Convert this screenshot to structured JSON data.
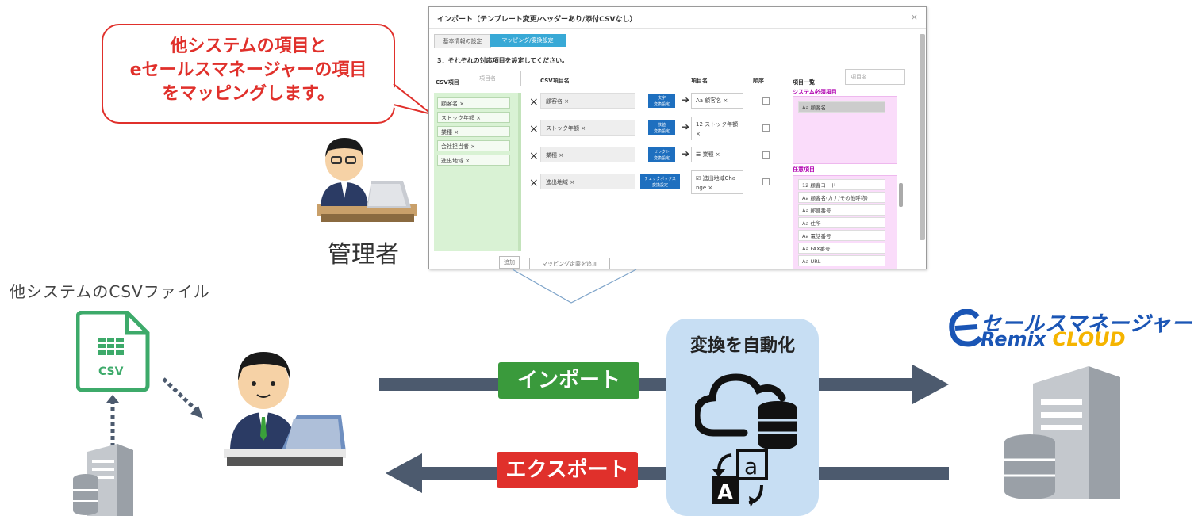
{
  "bubble": {
    "line1": "他システムの項目と",
    "line2": "eセールスマネージャーの項目",
    "line3": "をマッピングします。"
  },
  "admin_label": "管理者",
  "panel": {
    "title": "インポート（テンプレート変更/ヘッダーあり/添付CSVなし）",
    "close": "×",
    "step1": "基本情報の設定",
    "step2": "マッピング/変換設定",
    "section": "3．それぞれの対応項目を設定してください。",
    "csv_header": "CSV項目",
    "csv_search": "項目名",
    "csv_items": [
      "顧客名 ×",
      "ストック年額 ×",
      "業種 ×",
      "会社担当者 ×",
      "進出地域 ×"
    ],
    "map_headers": {
      "csv": "CSV項目名",
      "item": "項目名",
      "order": "順序",
      "list": "項目一覧"
    },
    "list_search": "項目名",
    "rows": [
      {
        "field": "顧客名 ×",
        "tag": "文字\n変換設定",
        "target": "Aa 顧客名 ×"
      },
      {
        "field": "ストック年額 ×",
        "tag": "数値\n変換設定",
        "target": "12 ストック年額\n×"
      },
      {
        "field": "業種 ×",
        "tag": "セレクト\n変換設定",
        "target": "☰ 業種 ×"
      },
      {
        "field": "進出地域 ×",
        "tag": "チェックボックス\n変換設定",
        "target": "☑ 進出地域Cha\nnge ×"
      }
    ],
    "required_label": "システム必須項目",
    "required_items": [
      "Aa 顧客名"
    ],
    "optional_label": "任意項目",
    "optional_items": [
      "12 顧客コード",
      "Aa 顧客名(カナ/その他呼称)",
      "Aa 郵便番号",
      "Aa 住所",
      "Aa 電話番号",
      "Aa FAX番号",
      "Aa URL"
    ],
    "add_button": "追加",
    "add_mapping_button": "マッピング定義を追加"
  },
  "csv_file_title": "他システムのCSVファイル",
  "csv_icon_label": "CSV",
  "import_label": "インポート",
  "export_label": "エクスポート",
  "auto_title": "変換を自動化",
  "brand": {
    "line1": "セールスマネージャー",
    "line2a": "Remix",
    "line2b": "CLOUD"
  },
  "colors": {
    "import": "#3a9a3c",
    "export": "#e0302b",
    "auto_bg": "#c7def3",
    "arrow": "#4c5a6e",
    "accent": "#e0302b",
    "brand": "#1a55b5"
  }
}
